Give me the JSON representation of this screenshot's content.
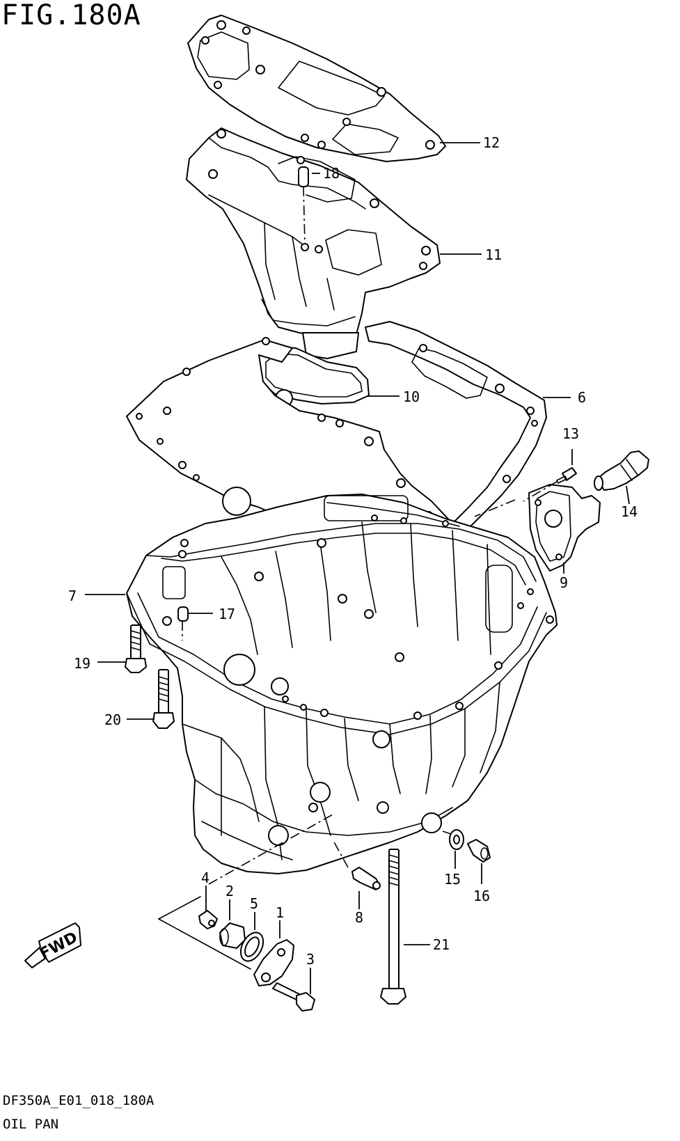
{
  "figure": {
    "title": "FIG.180A",
    "code": "DF350A_E01_018_180A",
    "name": "OIL PAN"
  },
  "fwd_label": "FWD",
  "callouts": {
    "c1": "1",
    "c2": "2",
    "c3": "3",
    "c4": "4",
    "c5": "5",
    "c6": "6",
    "c7": "7",
    "c8": "8",
    "c9": "9",
    "c10": "10",
    "c11": "11",
    "c12": "12",
    "c13": "13",
    "c14": "14",
    "c15": "15",
    "c16": "16",
    "c17": "17",
    "c18": "18",
    "c19": "19",
    "c20": "20",
    "c21": "21"
  }
}
